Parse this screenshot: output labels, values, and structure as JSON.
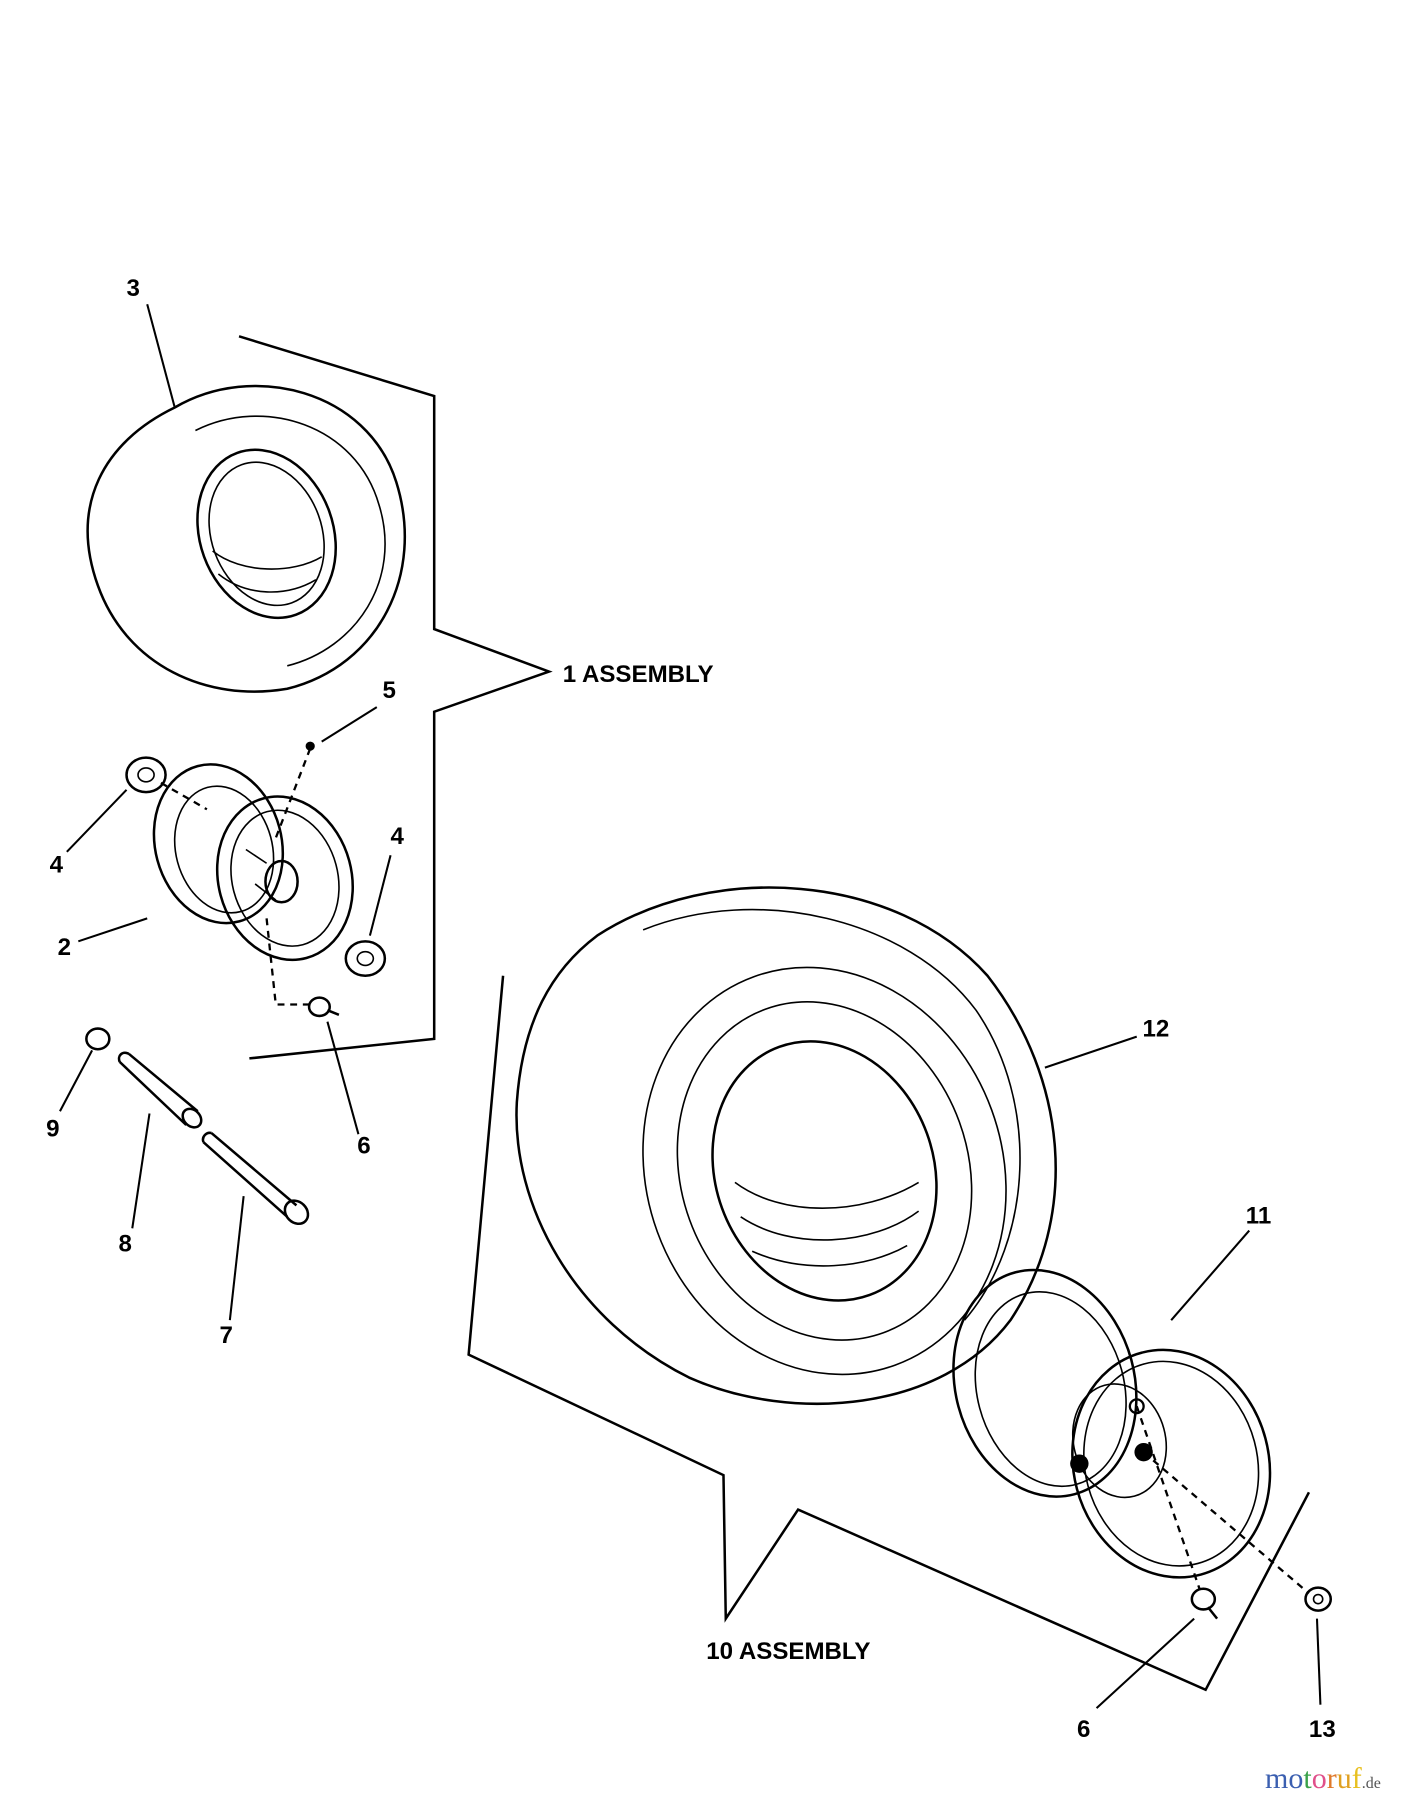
{
  "diagram": {
    "assemblies": [
      {
        "id": "assembly-1",
        "label": "1 ASSEMBLY"
      },
      {
        "id": "assembly-10",
        "label": "10 ASSEMBLY"
      }
    ],
    "callouts": {
      "c3": "3",
      "c5": "5",
      "c4a": "4",
      "c4b": "4",
      "c2": "2",
      "c6a": "6",
      "c9": "9",
      "c8": "8",
      "c7": "7",
      "c12": "12",
      "c11": "11",
      "c6b": "6",
      "c13": "13"
    }
  },
  "watermark": {
    "text": "motoruf",
    "suffix": ".de",
    "letters": [
      "m",
      "o",
      "t",
      "o",
      "r",
      "u",
      "f"
    ],
    "colors": [
      "#3b5fb0",
      "#3b5fb0",
      "#3aa14a",
      "#e0508a",
      "#e07a2a",
      "#e0a020",
      "#e8c020"
    ]
  }
}
